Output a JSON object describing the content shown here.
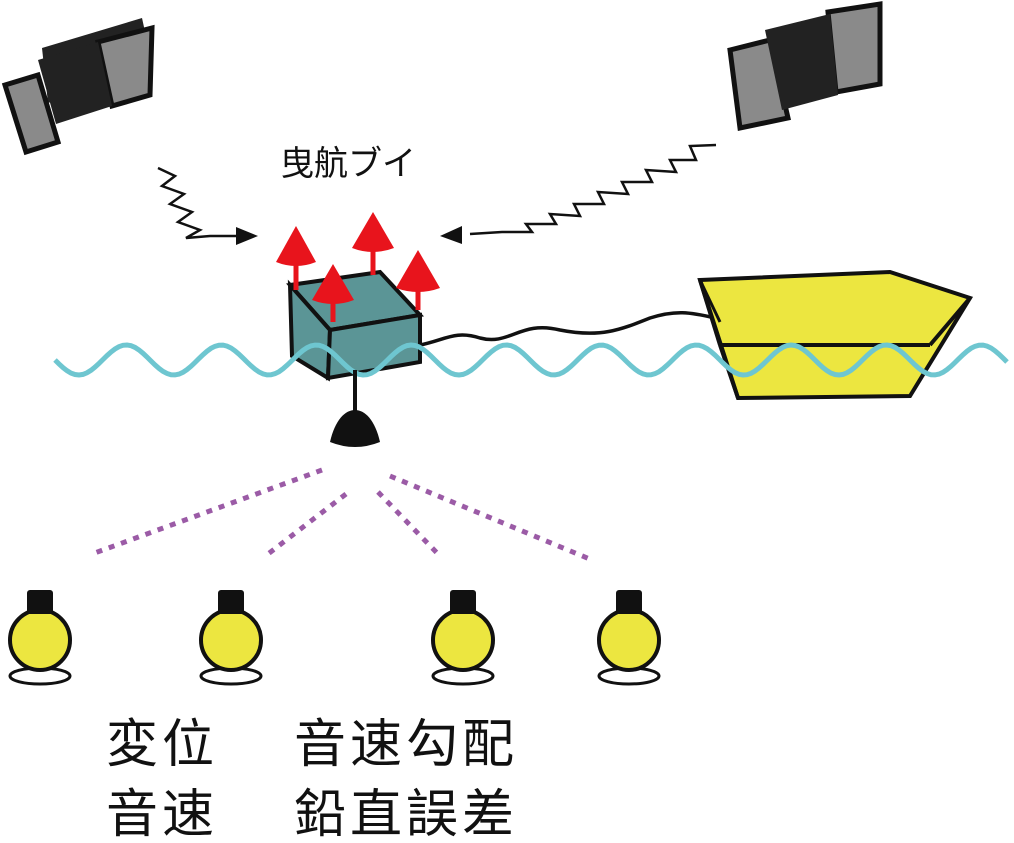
{
  "labels": {
    "buoy": "曳航ブイ",
    "left_line1": "変位",
    "left_line2": "音速",
    "right_line1": "音速勾配",
    "right_line2": "鉛直誤差"
  },
  "colors": {
    "buoy_box": "#5b9596",
    "antenna": "#e8141c",
    "wave": "#6ec6d0",
    "boat": "#ece640",
    "transponder": "#ece640",
    "acoustic_path": "#9b5ba6",
    "satellite_body": "#222222",
    "satellite_panel": "#8a8a8a"
  },
  "icons": [
    "satellite-icon",
    "satellite-icon",
    "antenna-icon",
    "transponder-icon",
    "boat-icon"
  ]
}
